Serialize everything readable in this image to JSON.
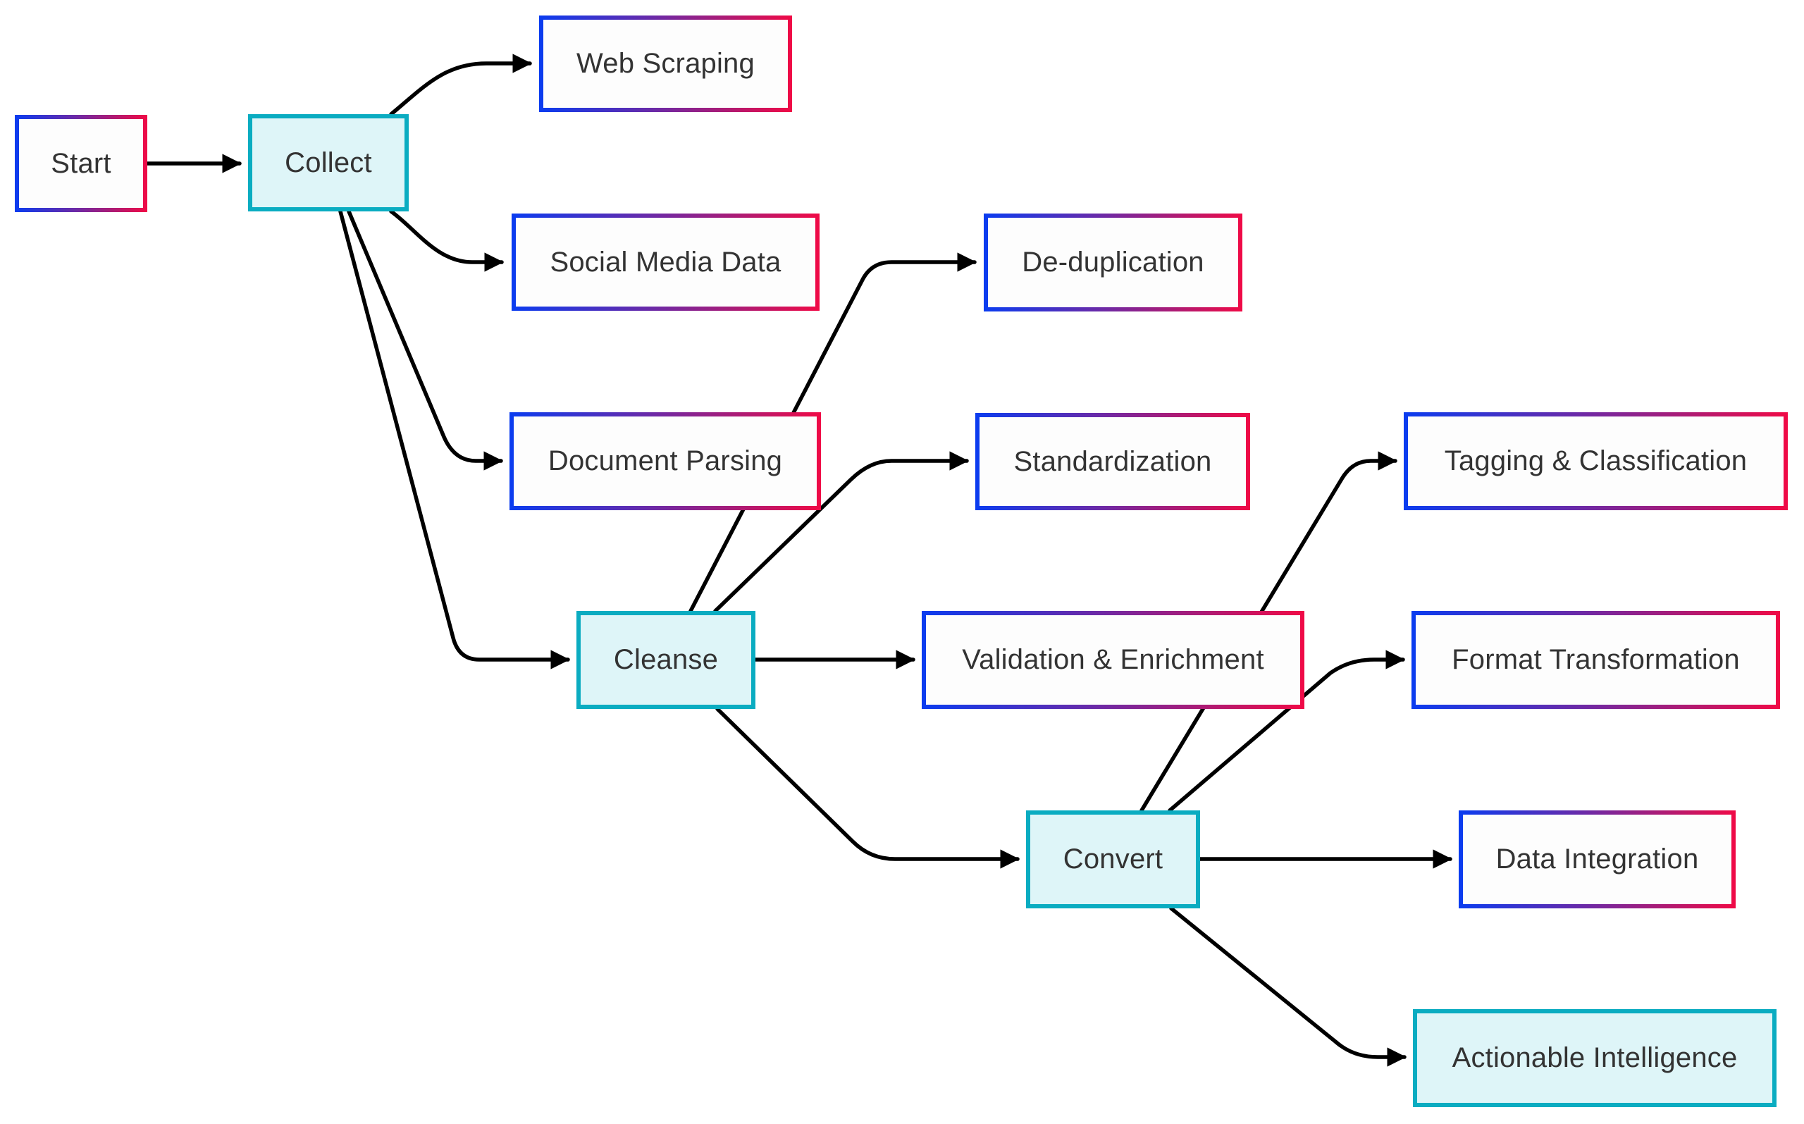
{
  "diagram": {
    "type": "flowchart",
    "direction": "left-to-right",
    "styles": {
      "stage_border_color": "#0aacc1",
      "stage_fill_color": "#def5f8",
      "step_border_gradient": [
        "#0a3cf0",
        "#f00a46"
      ],
      "step_fill_color": "#fdfdfd",
      "edge_color": "#000000",
      "text_color": "#333333"
    },
    "nodes": {
      "start": {
        "label": "Start",
        "style": "step"
      },
      "collect": {
        "label": "Collect",
        "style": "stage"
      },
      "web": {
        "label": "Web Scraping",
        "style": "step"
      },
      "social": {
        "label": "Social Media Data",
        "style": "step"
      },
      "docparse": {
        "label": "Document Parsing",
        "style": "step"
      },
      "cleanse": {
        "label": "Cleanse",
        "style": "stage"
      },
      "dedup": {
        "label": "De-duplication",
        "style": "step"
      },
      "standard": {
        "label": "Standardization",
        "style": "step"
      },
      "validate": {
        "label": "Validation & Enrichment",
        "style": "step"
      },
      "convert": {
        "label": "Convert",
        "style": "stage"
      },
      "tagging": {
        "label": "Tagging & Classification",
        "style": "step"
      },
      "format": {
        "label": "Format Transformation",
        "style": "step"
      },
      "integrate": {
        "label": "Data Integration",
        "style": "step"
      },
      "action": {
        "label": "Actionable Intelligence",
        "style": "stage"
      }
    },
    "edges": [
      {
        "from": "start",
        "to": "collect"
      },
      {
        "from": "collect",
        "to": "web"
      },
      {
        "from": "collect",
        "to": "social"
      },
      {
        "from": "collect",
        "to": "docparse"
      },
      {
        "from": "collect",
        "to": "cleanse"
      },
      {
        "from": "cleanse",
        "to": "dedup"
      },
      {
        "from": "cleanse",
        "to": "standard"
      },
      {
        "from": "cleanse",
        "to": "validate"
      },
      {
        "from": "cleanse",
        "to": "convert"
      },
      {
        "from": "convert",
        "to": "tagging"
      },
      {
        "from": "convert",
        "to": "format"
      },
      {
        "from": "convert",
        "to": "integrate"
      },
      {
        "from": "convert",
        "to": "action"
      }
    ]
  }
}
